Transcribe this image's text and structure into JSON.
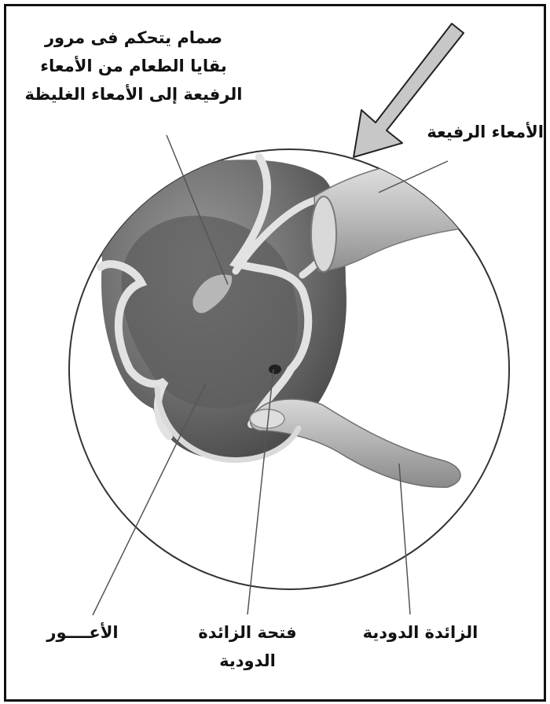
{
  "labels": {
    "valve": {
      "line1": "صمام يتحكم فى مرور",
      "line2": "بقايا الطعام من الأمعاء",
      "line3": "الرفيعة إلى الأمعاء الغليظة"
    },
    "small_intestine": "الأمعاء الرفيعة",
    "cecum": "الأعــــور",
    "appendix_opening": {
      "line1": "فتحة الزائدة",
      "line2": "الدودية"
    },
    "appendix": "الزائدة الدودية"
  },
  "colors": {
    "background": "#ffffff",
    "frame": "#111111",
    "tissue_dark": "#6f6f6f",
    "tissue_light": "#c9c9c9",
    "arrow_fill": "#c7c7c7",
    "leader_line": "#555555"
  },
  "icons": {
    "arrow": "flow-direction-arrow",
    "magnifier": "magnified-view-circle"
  }
}
